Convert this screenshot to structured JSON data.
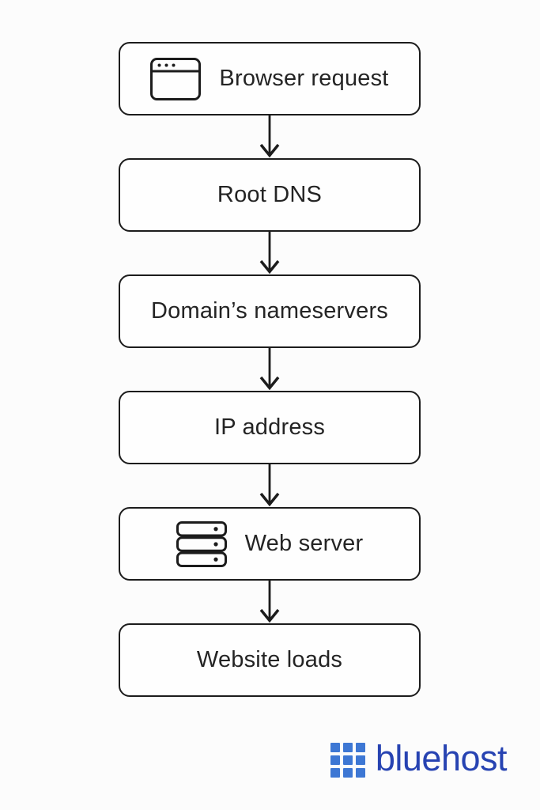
{
  "diagram": {
    "type": "flowchart",
    "direction": "top-down",
    "nodes": [
      {
        "id": "browser-request",
        "label": "Browser request",
        "icon": "browser-window-icon"
      },
      {
        "id": "root-dns",
        "label": "Root DNS"
      },
      {
        "id": "domains-nameservers",
        "label": "Domain’s nameservers"
      },
      {
        "id": "ip-address",
        "label": "IP address"
      },
      {
        "id": "web-server",
        "label": "Web server",
        "icon": "server-stack-icon"
      },
      {
        "id": "website-loads",
        "label": "Website loads"
      }
    ],
    "edges": [
      {
        "from": "browser-request",
        "to": "root-dns"
      },
      {
        "from": "root-dns",
        "to": "domains-nameservers"
      },
      {
        "from": "domains-nameservers",
        "to": "ip-address"
      },
      {
        "from": "ip-address",
        "to": "web-server"
      },
      {
        "from": "web-server",
        "to": "website-loads"
      }
    ]
  },
  "branding": {
    "logo_text": "bluehost",
    "logo_icon": "grid-3x3-icon",
    "logo_icon_color": "#3d77d4",
    "logo_text_color": "#2743b2"
  },
  "colors": {
    "background": "#fcfcfc",
    "node_fill": "#fefefe",
    "node_border": "#1c1c1c",
    "text": "#242424",
    "arrow": "#1c1c1c"
  }
}
